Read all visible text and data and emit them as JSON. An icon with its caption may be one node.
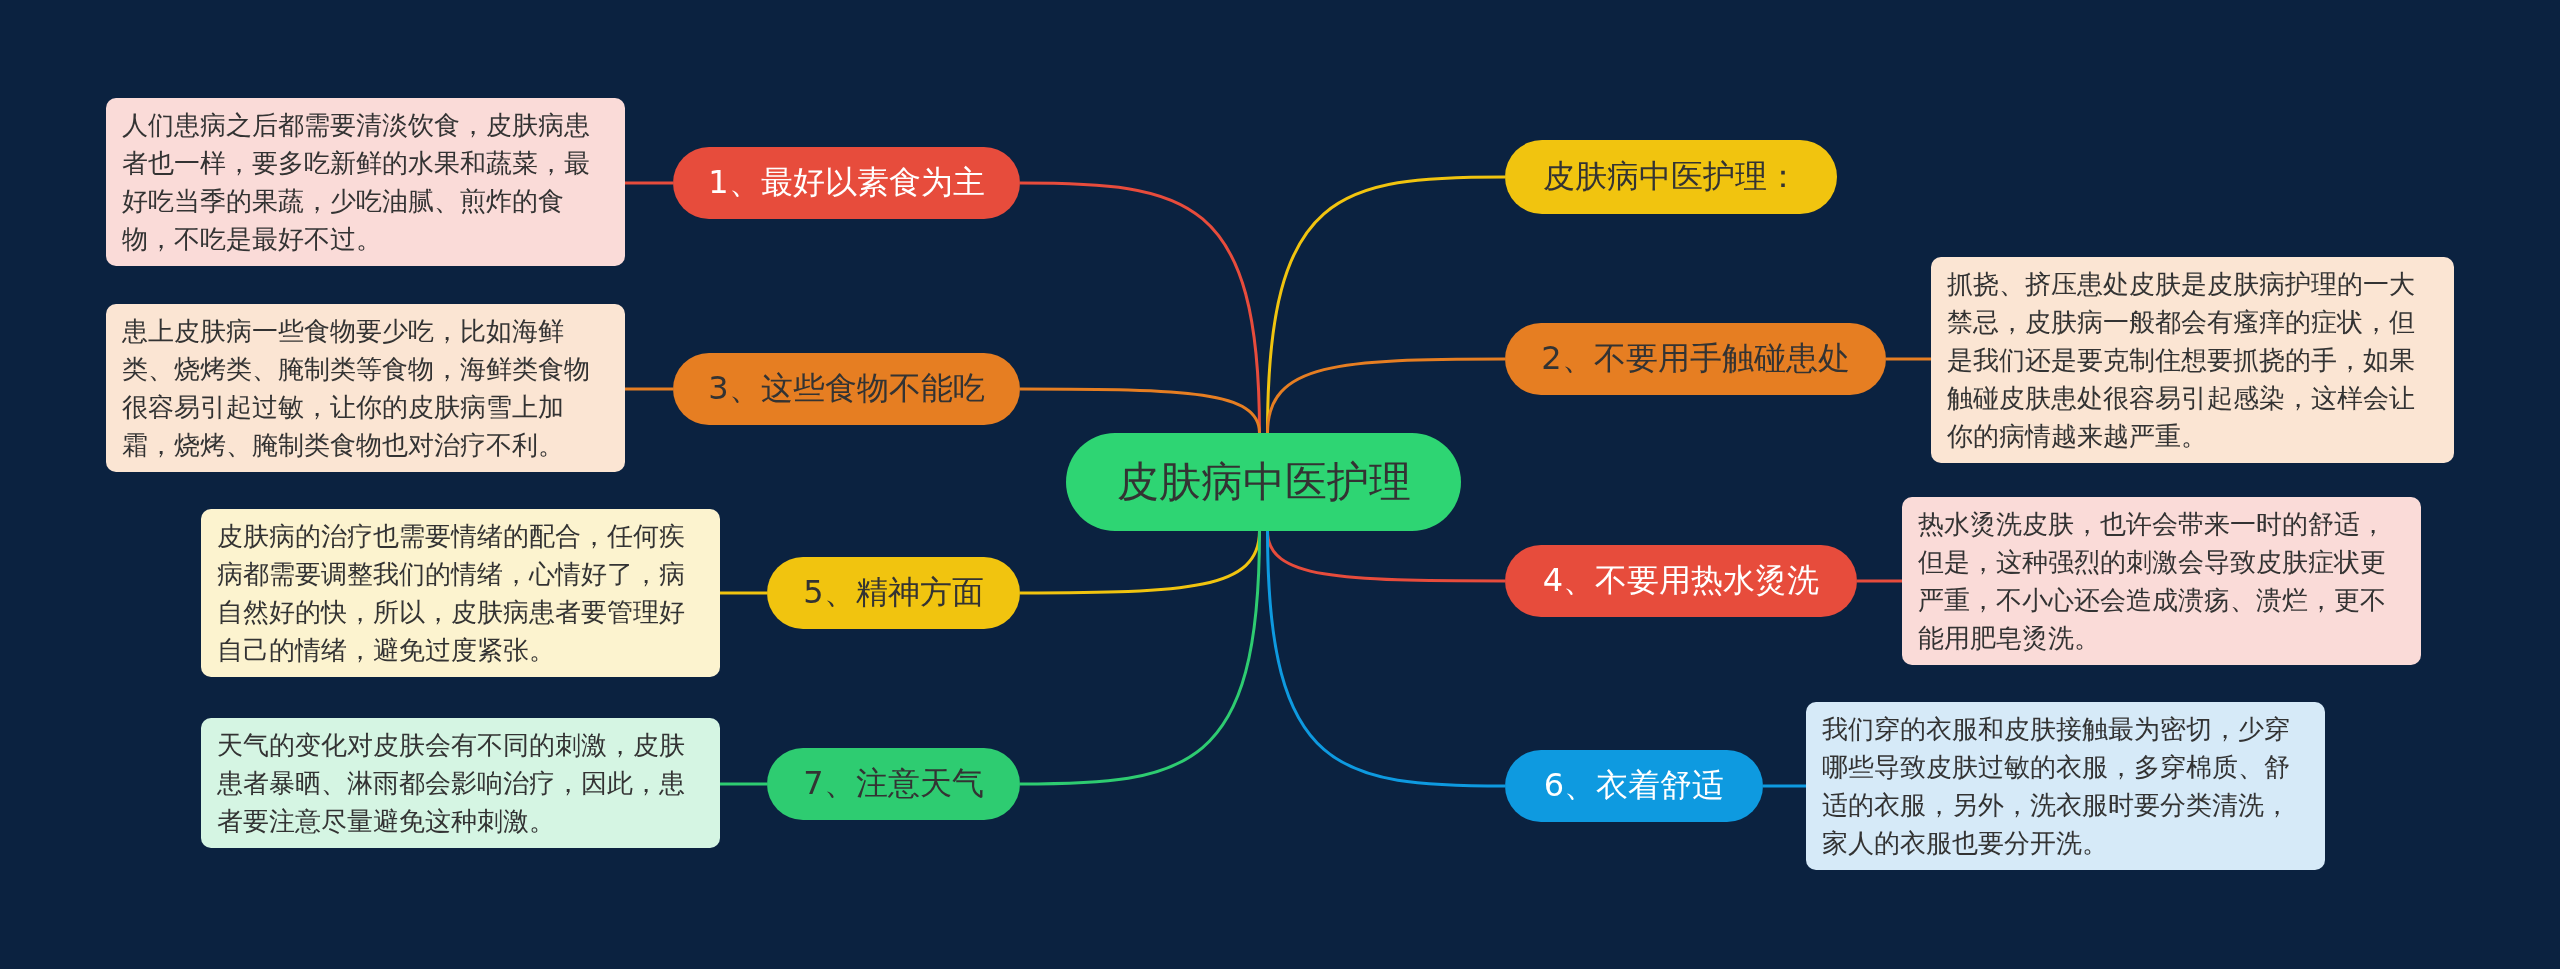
{
  "diagram": {
    "nodes": [
      {
        "text": [
          "皮肤病中医护理"
        ]
      },
      {
        "text": [
          "1、最好以素食为主"
        ]
      },
      {
        "text": [
          "人们患病之后都需要清淡饮食，皮肤病患者也一样，要多吃新鲜的水果和蔬菜，最好吃当季的果蔬，少吃油腻、煎炸的食物，不吃是最好不过。"
        ]
      },
      {
        "text": [
          "3、这些食物不能吃"
        ]
      },
      {
        "text": [
          "患上皮肤病一些食物要少吃，比如海鲜类、烧烤类、腌制类等食物，海鲜类食物很容易引起过敏，让你的皮肤病雪上加霜，烧烤、腌制类食物也对治疗不利。"
        ]
      },
      {
        "text": [
          "5、精神方面"
        ]
      },
      {
        "text": [
          "皮肤病的治疗也需要情绪的配合，任何疾病都需要调整我们的情绪，心情好了，病自然好的快，所以，皮肤病患者要管理好自己的情绪，避免过度紧张。"
        ]
      },
      {
        "text": [
          "7、注意天气"
        ]
      },
      {
        "text": [
          "天气的变化对皮肤会有不同的刺激，皮肤患者暴晒、淋雨都会影响治疗，因此，患者要注意尽量避免这种刺激。"
        ]
      },
      {
        "text": [
          "皮肤病中医护理："
        ]
      },
      {
        "text": [
          "2、不要用手触碰患处"
        ]
      },
      {
        "text": [
          "抓挠、挤压患处皮肤是皮肤病护理的一大禁忌，皮肤病一般都会有瘙痒的症状，但是我们还是要克制住想要抓挠的手，如果触碰皮肤患处很容易引起感染，这样会让你的病情越来越严重。"
        ]
      },
      {
        "text": [
          "4、不要用热水烫洗"
        ]
      },
      {
        "text": [
          "热水烫洗皮肤，也许会带来一时的舒适，但是，这种强烈的刺激会导致皮肤症状更严重，不小心还会造成溃疡、溃烂，更不能用肥皂烫洗。"
        ]
      },
      {
        "text": [
          "6、衣着舒适"
        ]
      },
      {
        "text": [
          "我们穿的衣服和皮肤接触最为密切，少穿哪些导致皮肤过敏的衣服，多穿棉质、舒适的衣服，另外，洗衣服时要分类清洗，家人的衣服也要分开洗。"
        ]
      }
    ],
    "edges": [
      {
        "from": 0,
        "to": 1,
        "arrow": "none",
        "color": "#e74c3c"
      },
      {
        "from": 1,
        "to": 2,
        "arrow": "none",
        "color": "#e74c3c"
      },
      {
        "from": 0,
        "to": 3,
        "arrow": "none",
        "color": "#e67e22"
      },
      {
        "from": 3,
        "to": 4,
        "arrow": "none",
        "color": "#e67e22"
      },
      {
        "from": 0,
        "to": 5,
        "arrow": "none",
        "color": "#f1c40f"
      },
      {
        "from": 5,
        "to": 6,
        "arrow": "none",
        "color": "#f1c40f"
      },
      {
        "from": 0,
        "to": 7,
        "arrow": "none",
        "color": "#2ecc71"
      },
      {
        "from": 7,
        "to": 8,
        "arrow": "none",
        "color": "#2ecc71"
      },
      {
        "from": 0,
        "to": 9,
        "arrow": "none",
        "color": "#f1c40f"
      },
      {
        "from": 0,
        "to": 10,
        "arrow": "none",
        "color": "#e67e22"
      },
      {
        "from": 10,
        "to": 11,
        "arrow": "none",
        "color": "#e67e22"
      },
      {
        "from": 0,
        "to": 12,
        "arrow": "none",
        "color": "#e74c3c"
      },
      {
        "from": 12,
        "to": 13,
        "arrow": "none",
        "color": "#e74c3c"
      },
      {
        "from": 0,
        "to": 14,
        "arrow": "none",
        "color": "#0e9ae0"
      },
      {
        "from": 14,
        "to": 15,
        "arrow": "none",
        "color": "#0e9ae0"
      }
    ]
  }
}
